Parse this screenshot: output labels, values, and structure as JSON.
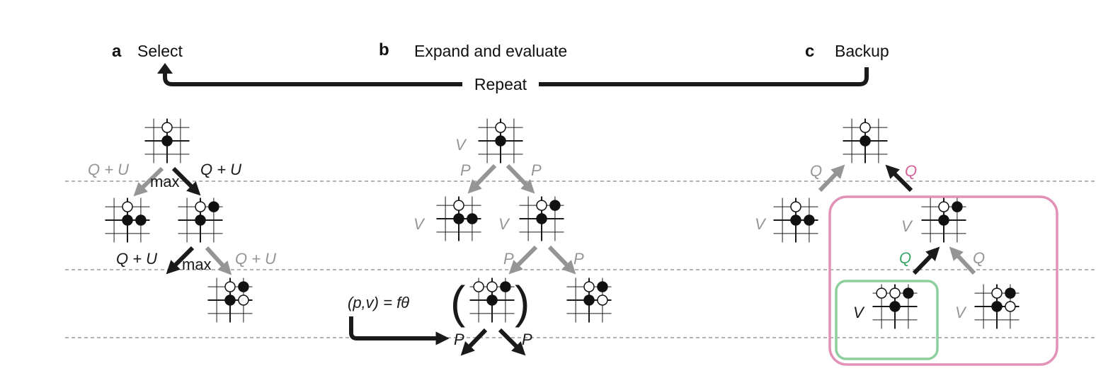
{
  "panels": {
    "a": {
      "letter": "a",
      "title": "Select"
    },
    "b": {
      "letter": "b",
      "title": "Expand and evaluate"
    },
    "c": {
      "letter": "c",
      "title": "Backup"
    }
  },
  "repeat_label": "Repeat",
  "colors": {
    "dark": "#1a1a1a",
    "gray": "#959595",
    "pink": "#e291b8",
    "green": "#8fcf9d",
    "q_pink": "#d9609b",
    "q_green": "#3aa866",
    "dash": "#9a9a9a"
  },
  "labels": {
    "a": {
      "q_u_left": "Q + U",
      "q_u_right": "Q + U",
      "max_top": "max",
      "q_u_left_2": "Q + U",
      "max_bottom": "max",
      "q_u_right_2": "Q + U"
    },
    "b": {
      "v_root": "V",
      "p_left": "P",
      "p_right": "P",
      "v_left": "V",
      "v_mid": "V",
      "p_left_2": "P",
      "p_right_2": "P",
      "network_eq": "(p,v) = fθ",
      "p_bottom_left": "P",
      "p_bottom_right": "P"
    },
    "c": {
      "q_left": "Q",
      "q_pink": "Q",
      "v_left": "V",
      "v_mid": "V",
      "q_green": "Q",
      "q_gray": "Q",
      "v_leaf": "V",
      "v_leaf_right": "V"
    }
  }
}
